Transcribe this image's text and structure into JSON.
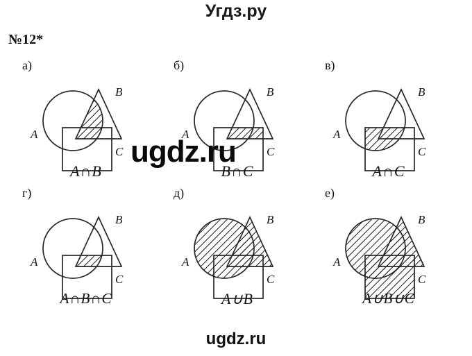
{
  "header": {
    "site_title": "Угдз.ру"
  },
  "footer": {
    "site_title": "ugdz.ru"
  },
  "watermark": {
    "text": "ugdz.ru"
  },
  "task": {
    "number": "№12*"
  },
  "labels": {
    "circle": "A",
    "triangle": "B",
    "square": "C"
  },
  "panels": [
    {
      "key": "a",
      "letter": "а)",
      "formula": "A∩B",
      "shaded": "circle-triangle-intersection",
      "shaded_description": "Region where circle A overlaps triangle B"
    },
    {
      "key": "b",
      "letter": "б)",
      "formula": "B∩C",
      "shaded": "triangle-square-intersection",
      "shaded_description": "Region where triangle B overlaps square C"
    },
    {
      "key": "v",
      "letter": "в)",
      "formula": "A∩C",
      "shaded": "circle-square-intersection",
      "shaded_description": "Region where circle A overlaps square C"
    },
    {
      "key": "g",
      "letter": "г)",
      "formula": "A∩B∩C",
      "shaded": "triple-intersection",
      "shaded_description": "Region where circle A, triangle B and square C all overlap"
    },
    {
      "key": "d",
      "letter": "д)",
      "formula": "A∪B",
      "shaded": "circle-triangle-union",
      "shaded_description": "Entire circle A together with entire triangle B"
    },
    {
      "key": "e",
      "letter": "е)",
      "formula": "A∪B∪C",
      "shaded": "circle-triangle-square-union",
      "shaded_description": "Entire circle A, triangle B and square C"
    }
  ],
  "style": {
    "stroke_color": "#262626",
    "hatch_color": "#1a1a1a",
    "background": "#ffffff"
  }
}
